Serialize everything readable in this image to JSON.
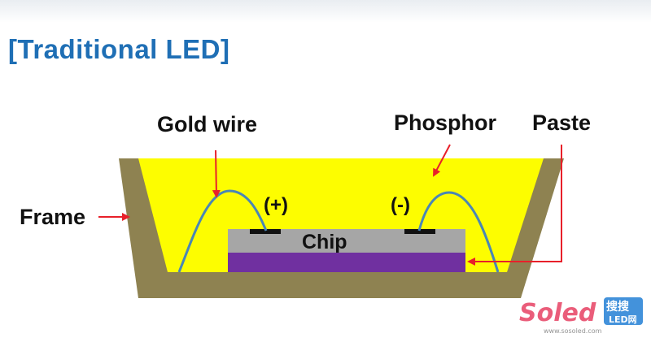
{
  "title": "[Traditional LED]",
  "labels": {
    "gold_wire": "Gold wire",
    "phosphor": "Phosphor",
    "paste": "Paste",
    "frame": "Frame",
    "chip": "Chip",
    "plus": "(+)",
    "minus": "(-)"
  },
  "colors": {
    "title": "#1f6fb5",
    "frame": "#8e8251",
    "phosphor": "#fdfd00",
    "chip": "#a6a6a6",
    "substrate": "#7030a0",
    "wire": "#4a86b5",
    "arrow": "#e8202a"
  },
  "watermark": {
    "brand": "Soled",
    "cn": "搜搜",
    "sub": "LED网",
    "url": "www.sosoled.com"
  }
}
